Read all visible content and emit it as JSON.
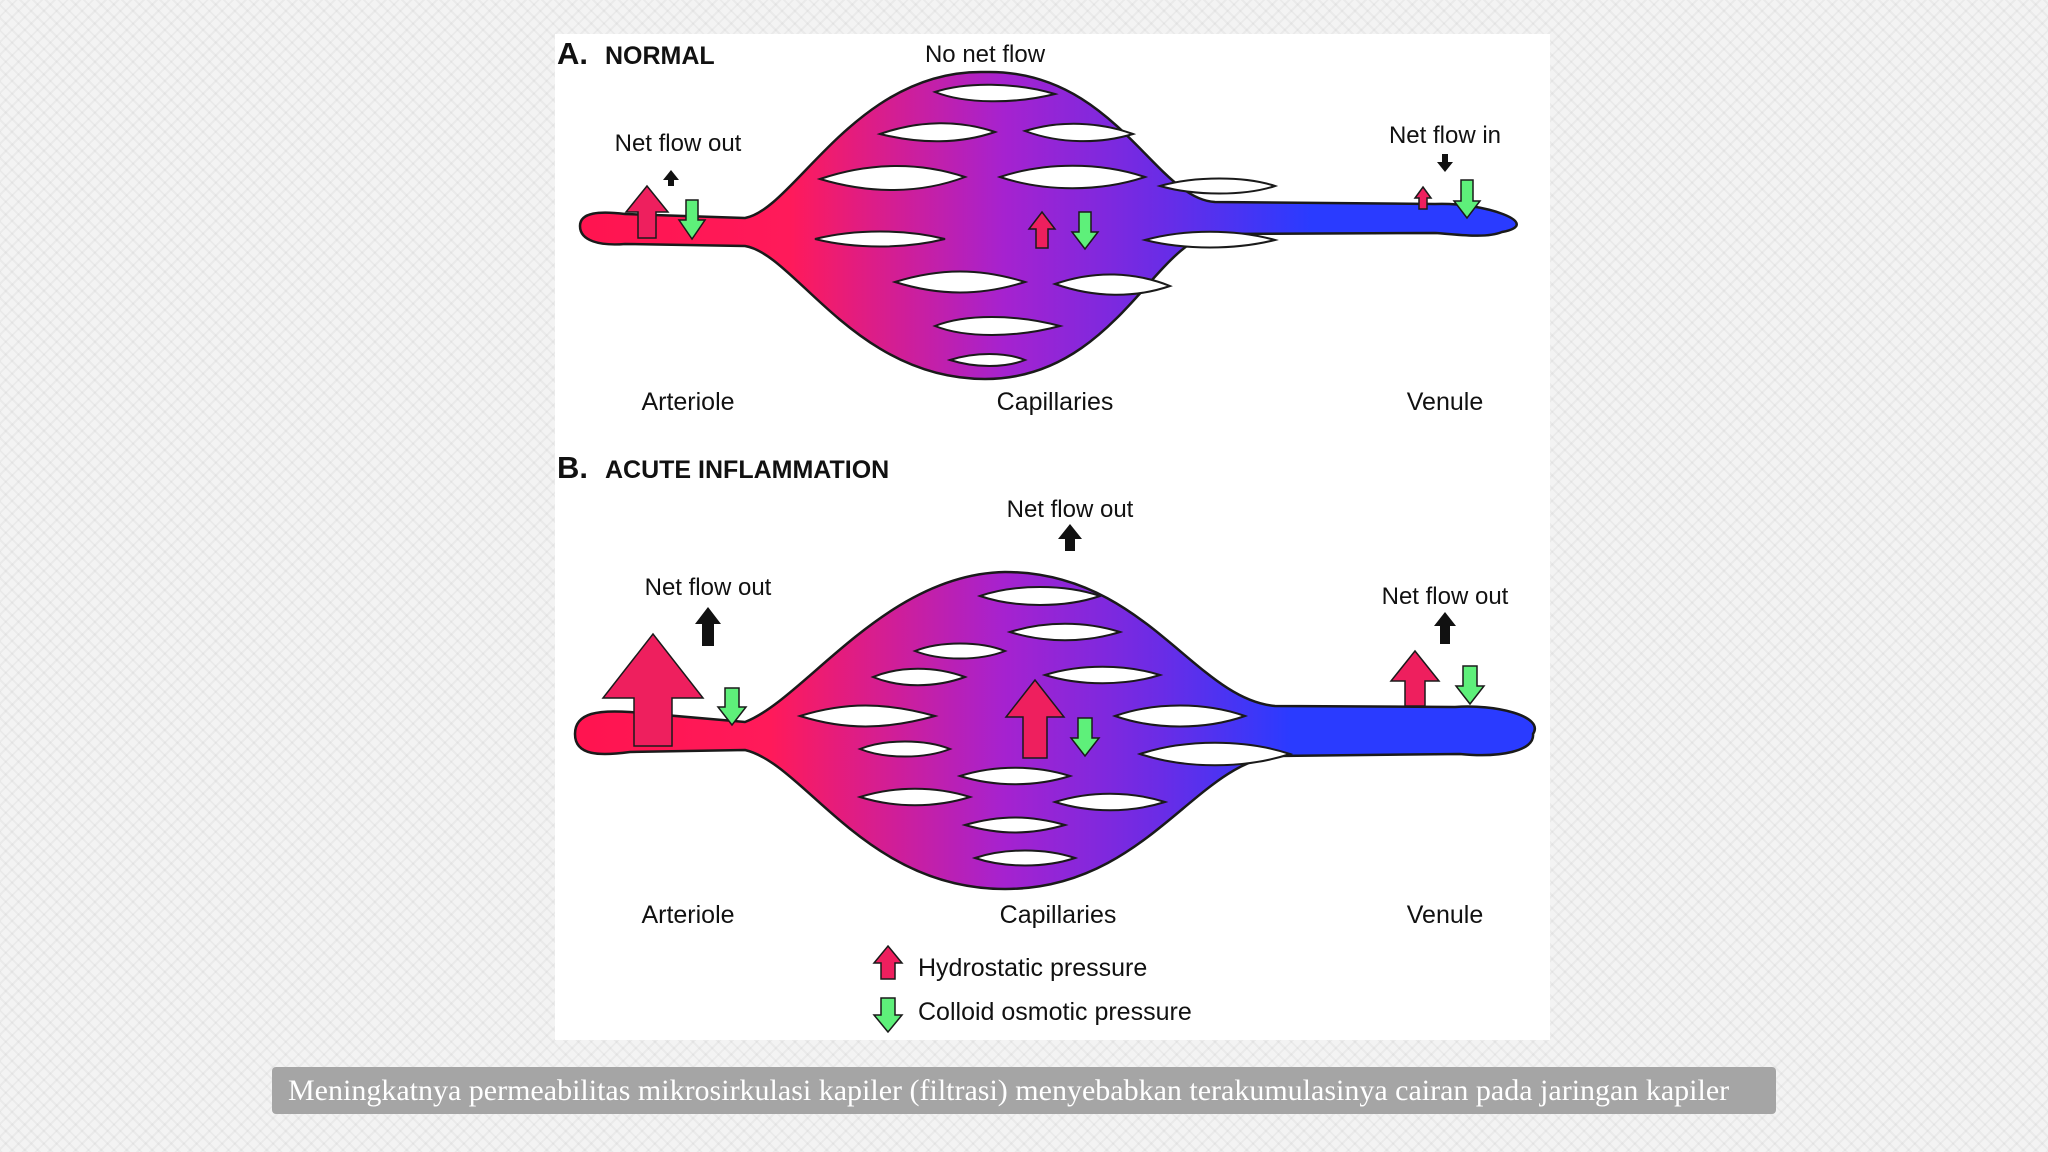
{
  "colors": {
    "arteriole": "#ff1450",
    "mid": "#8a22d8",
    "venule": "#2a3bff",
    "hydrostatic": "#ee1f5e",
    "colloid": "#5ef07a",
    "net_arrow": "#111111",
    "caption_bg": "#a5a5a5"
  },
  "panel_a": {
    "letter": "A.",
    "title": "NORMAL",
    "top_note": "No net flow",
    "left_note": "Net flow out",
    "right_note": "Net flow in",
    "site_left": "Arteriole",
    "site_mid": "Capillaries",
    "site_right": "Venule"
  },
  "panel_b": {
    "letter": "B.",
    "title": "ACUTE INFLAMMATION",
    "top_note": "Net flow out",
    "left_note": "Net flow out",
    "right_note": "Net flow out",
    "site_left": "Arteriole",
    "site_mid": "Capillaries",
    "site_right": "Venule"
  },
  "legend": {
    "hydrostatic": "Hydrostatic pressure",
    "colloid": "Colloid osmotic pressure"
  },
  "caption": "Meningkatnya permeabilitas mikrosirkulasi kapiler (filtrasi) menyebabkan terakumulasinya cairan pada jaringan kapiler"
}
